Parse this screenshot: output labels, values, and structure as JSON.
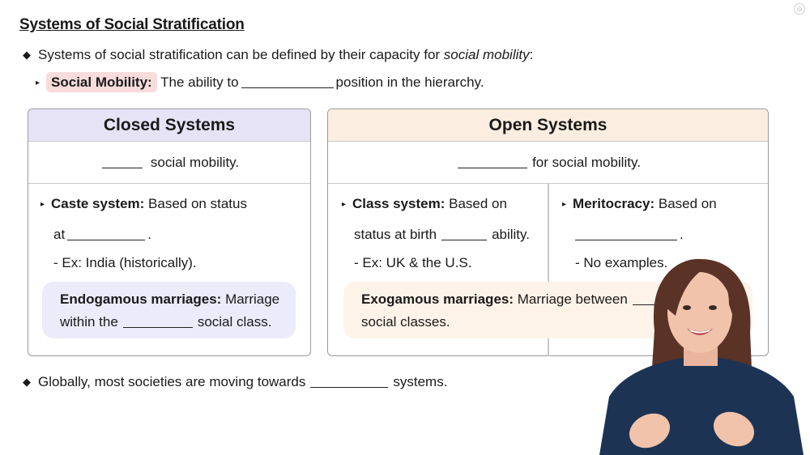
{
  "title": "Systems of Social Stratification",
  "bullets": {
    "intro_text": "Systems of social stratification can be defined by their capacity for ",
    "intro_italic": "social mobility",
    "intro_end": ":",
    "mobility_term": "Social Mobility:",
    "mobility_pre": "The ability to",
    "mobility_post": "position in the hierarchy.",
    "global_pre": "Globally, most societies are moving towards",
    "global_post": "systems."
  },
  "closed": {
    "heading": "Closed Systems",
    "sub": "social mobility.",
    "caste_term": "Caste system:",
    "caste_desc": "Based on status",
    "caste_at": "at",
    "caste_end": ".",
    "caste_example": "- Ex: India (historically).",
    "callout_term": "Endogamous marriages:",
    "callout_text": "Marriage",
    "callout_line2_pre": "within the",
    "callout_line2_post": "social class."
  },
  "open": {
    "heading": "Open Systems",
    "sub": "for social mobility.",
    "class_term": "Class system:",
    "class_desc": "Based on",
    "class_line2_pre": "status at birth",
    "class_line2_post": "ability.",
    "class_example": "- Ex: UK & the U.S.",
    "merit_term": "Meritocracy:",
    "merit_desc": "Based on",
    "merit_end": ".",
    "merit_example": "- No examples.",
    "callout_term": "Exogamous marriages:",
    "callout_text": "Marriage between",
    "callout_line2": "social classes."
  },
  "colors": {
    "closed_header": "#e6e3f7",
    "open_header": "#fbeee0",
    "highlight": "#f8dcdc",
    "presenter_shirt": "#1d3354"
  },
  "icons": {
    "corner": "expand-icon"
  }
}
